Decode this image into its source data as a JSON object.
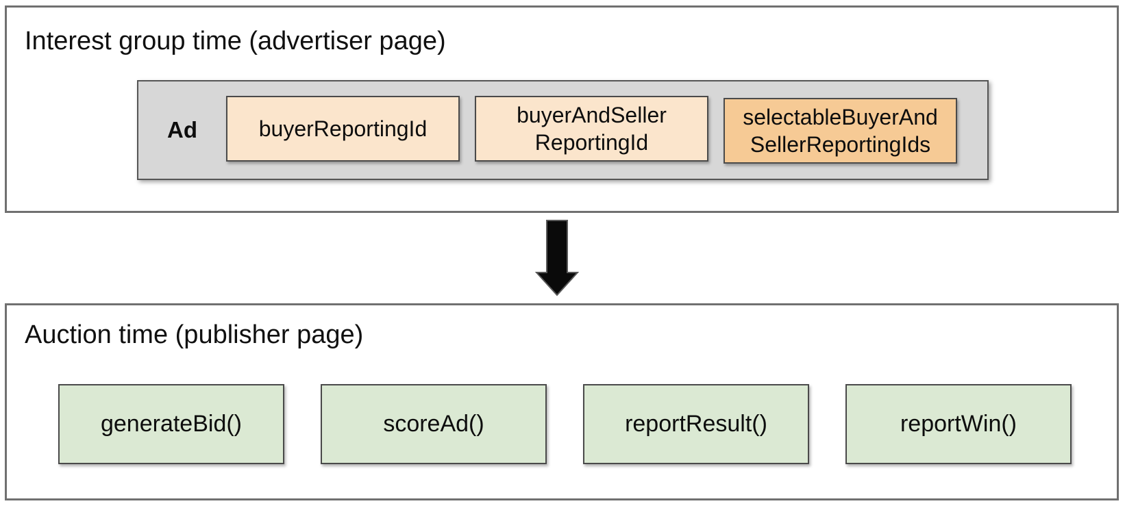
{
  "colors": {
    "peach": "#FBE5CC",
    "orange": "#F6CA95",
    "green": "#DBE9D3",
    "gray_strip": "#D7D7D7",
    "border_dark": "#4a4a4a",
    "outer_border": "#707070",
    "arrow_fill": "#0a0a0a",
    "arrow_stroke": "#595959"
  },
  "interest_group": {
    "title": "Interest group time (advertiser page)",
    "ad_label": "Ad",
    "id_boxes": [
      {
        "lines": [
          "buyerReportingId",
          ""
        ]
      },
      {
        "lines": [
          "buyerAndSeller",
          "ReportingId"
        ]
      },
      {
        "lines": [
          "selectableBuyerAnd",
          "SellerReportingIds"
        ]
      }
    ]
  },
  "arrow": {
    "name": "down-arrow"
  },
  "auction": {
    "title": "Auction time (publisher page)",
    "function_boxes": [
      {
        "label": "generateBid()"
      },
      {
        "label": "scoreAd()"
      },
      {
        "label": "reportResult()"
      },
      {
        "label": "reportWin()"
      }
    ]
  }
}
